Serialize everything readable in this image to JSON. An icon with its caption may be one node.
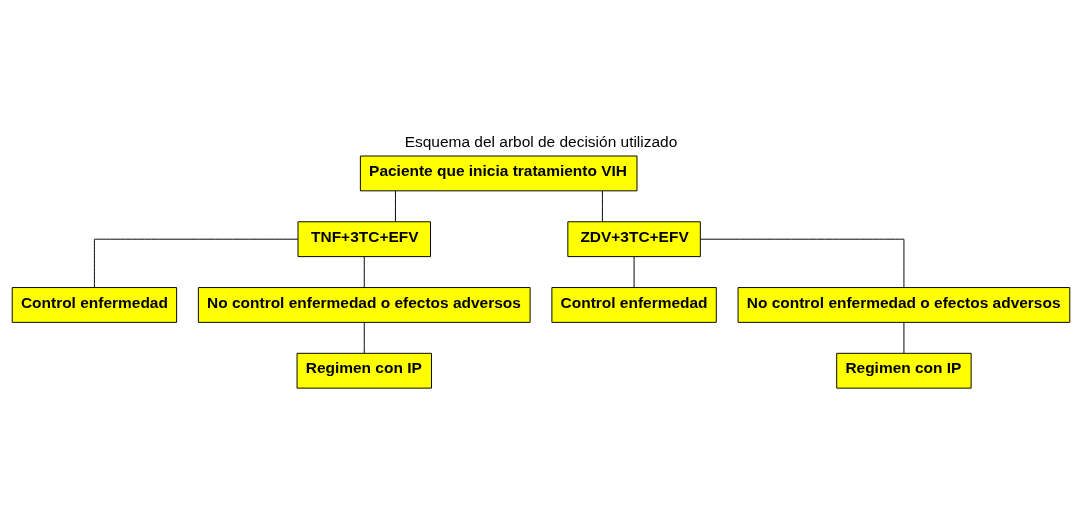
{
  "diagram": {
    "title": "Esquema del arbol de decisión utilizado",
    "nodes": [
      {
        "text": [
          "Paciente que inicia tratamiento VIH"
        ]
      },
      {
        "text": [
          "TNF+3TC+EFV"
        ]
      },
      {
        "text": [
          "ZDV+3TC+EFV"
        ]
      },
      {
        "text": [
          "Control enfermedad"
        ]
      },
      {
        "text": [
          "No control enfermedad o efectos adversos"
        ]
      },
      {
        "text": [
          "Control enfermedad"
        ]
      },
      {
        "text": [
          "No control enfermedad o efectos adversos"
        ]
      },
      {
        "text": [
          "Regimen con IP"
        ]
      },
      {
        "text": [
          "Regimen con IP"
        ]
      }
    ],
    "edges": [
      {
        "from": 0,
        "to": 1,
        "arrow": "none"
      },
      {
        "from": 0,
        "to": 2,
        "arrow": "none"
      },
      {
        "from": 1,
        "to": 3,
        "arrow": "none"
      },
      {
        "from": 1,
        "to": 4,
        "arrow": "none"
      },
      {
        "from": 2,
        "to": 5,
        "arrow": "none"
      },
      {
        "from": 2,
        "to": 6,
        "arrow": "none"
      },
      {
        "from": 4,
        "to": 7,
        "arrow": "none"
      },
      {
        "from": 6,
        "to": 8,
        "arrow": "none"
      }
    ]
  }
}
